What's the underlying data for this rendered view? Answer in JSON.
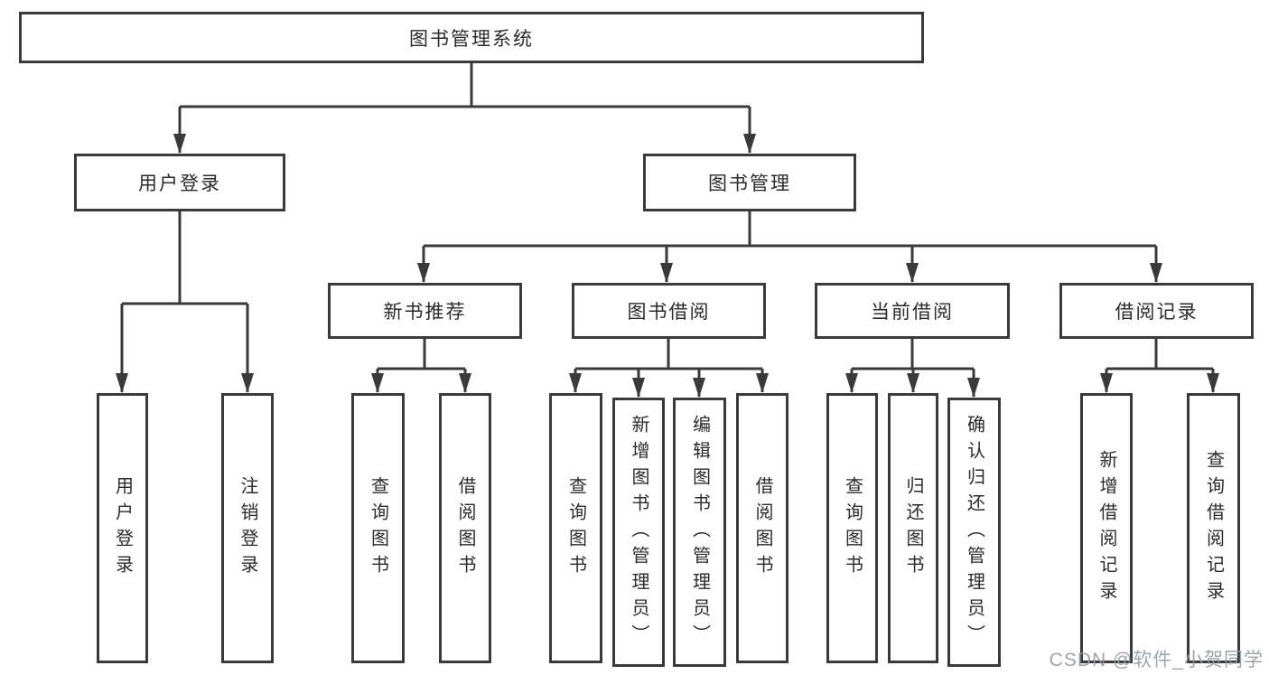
{
  "colors": {
    "line": "#3a3a3a",
    "border": "#3a3a3a",
    "text": "#2b2b2b",
    "background": "#ffffff",
    "watermark": "#9499a3"
  },
  "watermark": {
    "text": "CSDN @软件_小贺同学"
  },
  "tree": {
    "root": "图书管理系统",
    "branches": [
      {
        "label": "用户登录",
        "children": [
          {
            "label": "用户登录"
          },
          {
            "label": "注销登录"
          }
        ]
      },
      {
        "label": "图书管理",
        "groups": [
          {
            "label": "新书推荐",
            "children": [
              {
                "label": "查询图书"
              },
              {
                "label": "借阅图书"
              }
            ]
          },
          {
            "label": "图书借阅",
            "children": [
              {
                "label": "查询图书"
              },
              {
                "label": "新增图书（管理员）"
              },
              {
                "label": "编辑图书（管理员）"
              },
              {
                "label": "借阅图书"
              }
            ]
          },
          {
            "label": "当前借阅",
            "children": [
              {
                "label": "查询图书"
              },
              {
                "label": "归还图书"
              },
              {
                "label": "确认归还（管理员）"
              }
            ]
          },
          {
            "label": "借阅记录",
            "children": [
              {
                "label": "新增借阅记录"
              },
              {
                "label": "查询借阅记录"
              }
            ]
          }
        ]
      }
    ]
  }
}
